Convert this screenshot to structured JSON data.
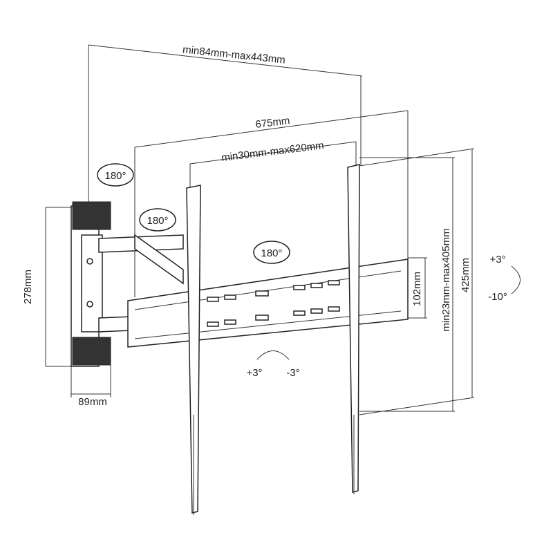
{
  "dimensions": {
    "arm_extension": "min84mm-max443mm",
    "rail_width": "675mm",
    "vesa_horizontal": "min30mm-max620mm",
    "wall_plate_height": "278mm",
    "wall_plate_width": "89mm",
    "rail_height": "102mm",
    "vesa_vertical": "min23mm-max405mm",
    "arm_height": "425mm"
  },
  "rotations": {
    "swivel_1": "180°",
    "swivel_2": "180°",
    "swivel_3": "180°"
  },
  "tilt": {
    "up": "+3°",
    "down": "-10°"
  },
  "level": {
    "plus": "+3°",
    "minus": "-3°"
  }
}
